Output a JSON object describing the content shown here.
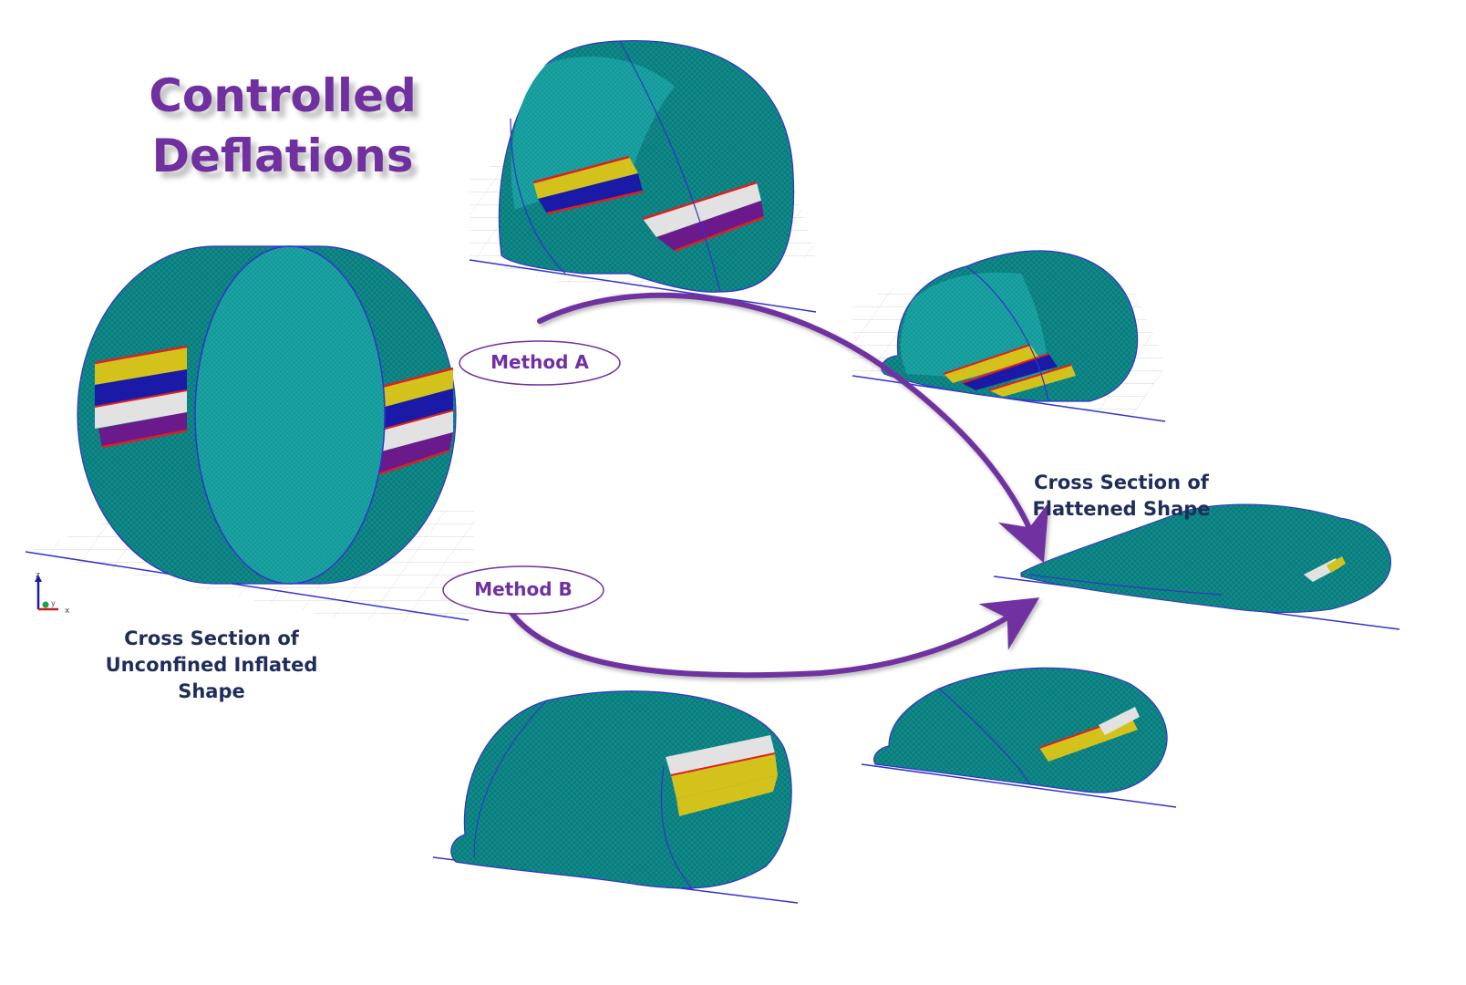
{
  "title": {
    "line1": "Controlled",
    "line2": "Deflations"
  },
  "captions": {
    "inflated_line1": "Cross Section of",
    "inflated_line2": "Unconfined Inflated Shape",
    "flattened_line1": "Cross Section of",
    "flattened_line2": "Flattened Shape"
  },
  "methods": {
    "a": "Method A",
    "b": "Method B"
  },
  "axis_triad": {
    "z": "z",
    "y": "y",
    "x": "x"
  },
  "colors": {
    "title": "#7030a0",
    "arrow": "#7030a0",
    "caption": "#1f2d5a",
    "mesh_teal": "#0f8a8a",
    "mesh_dark": "#0b6464",
    "outline_blue": "#3333cc",
    "strip_yellow": "#d4c21c",
    "strip_blue": "#1a1aa6",
    "strip_white": "#e2e2e2",
    "strip_purple": "#6a1a8a",
    "strip_edge_red": "#e02020"
  }
}
